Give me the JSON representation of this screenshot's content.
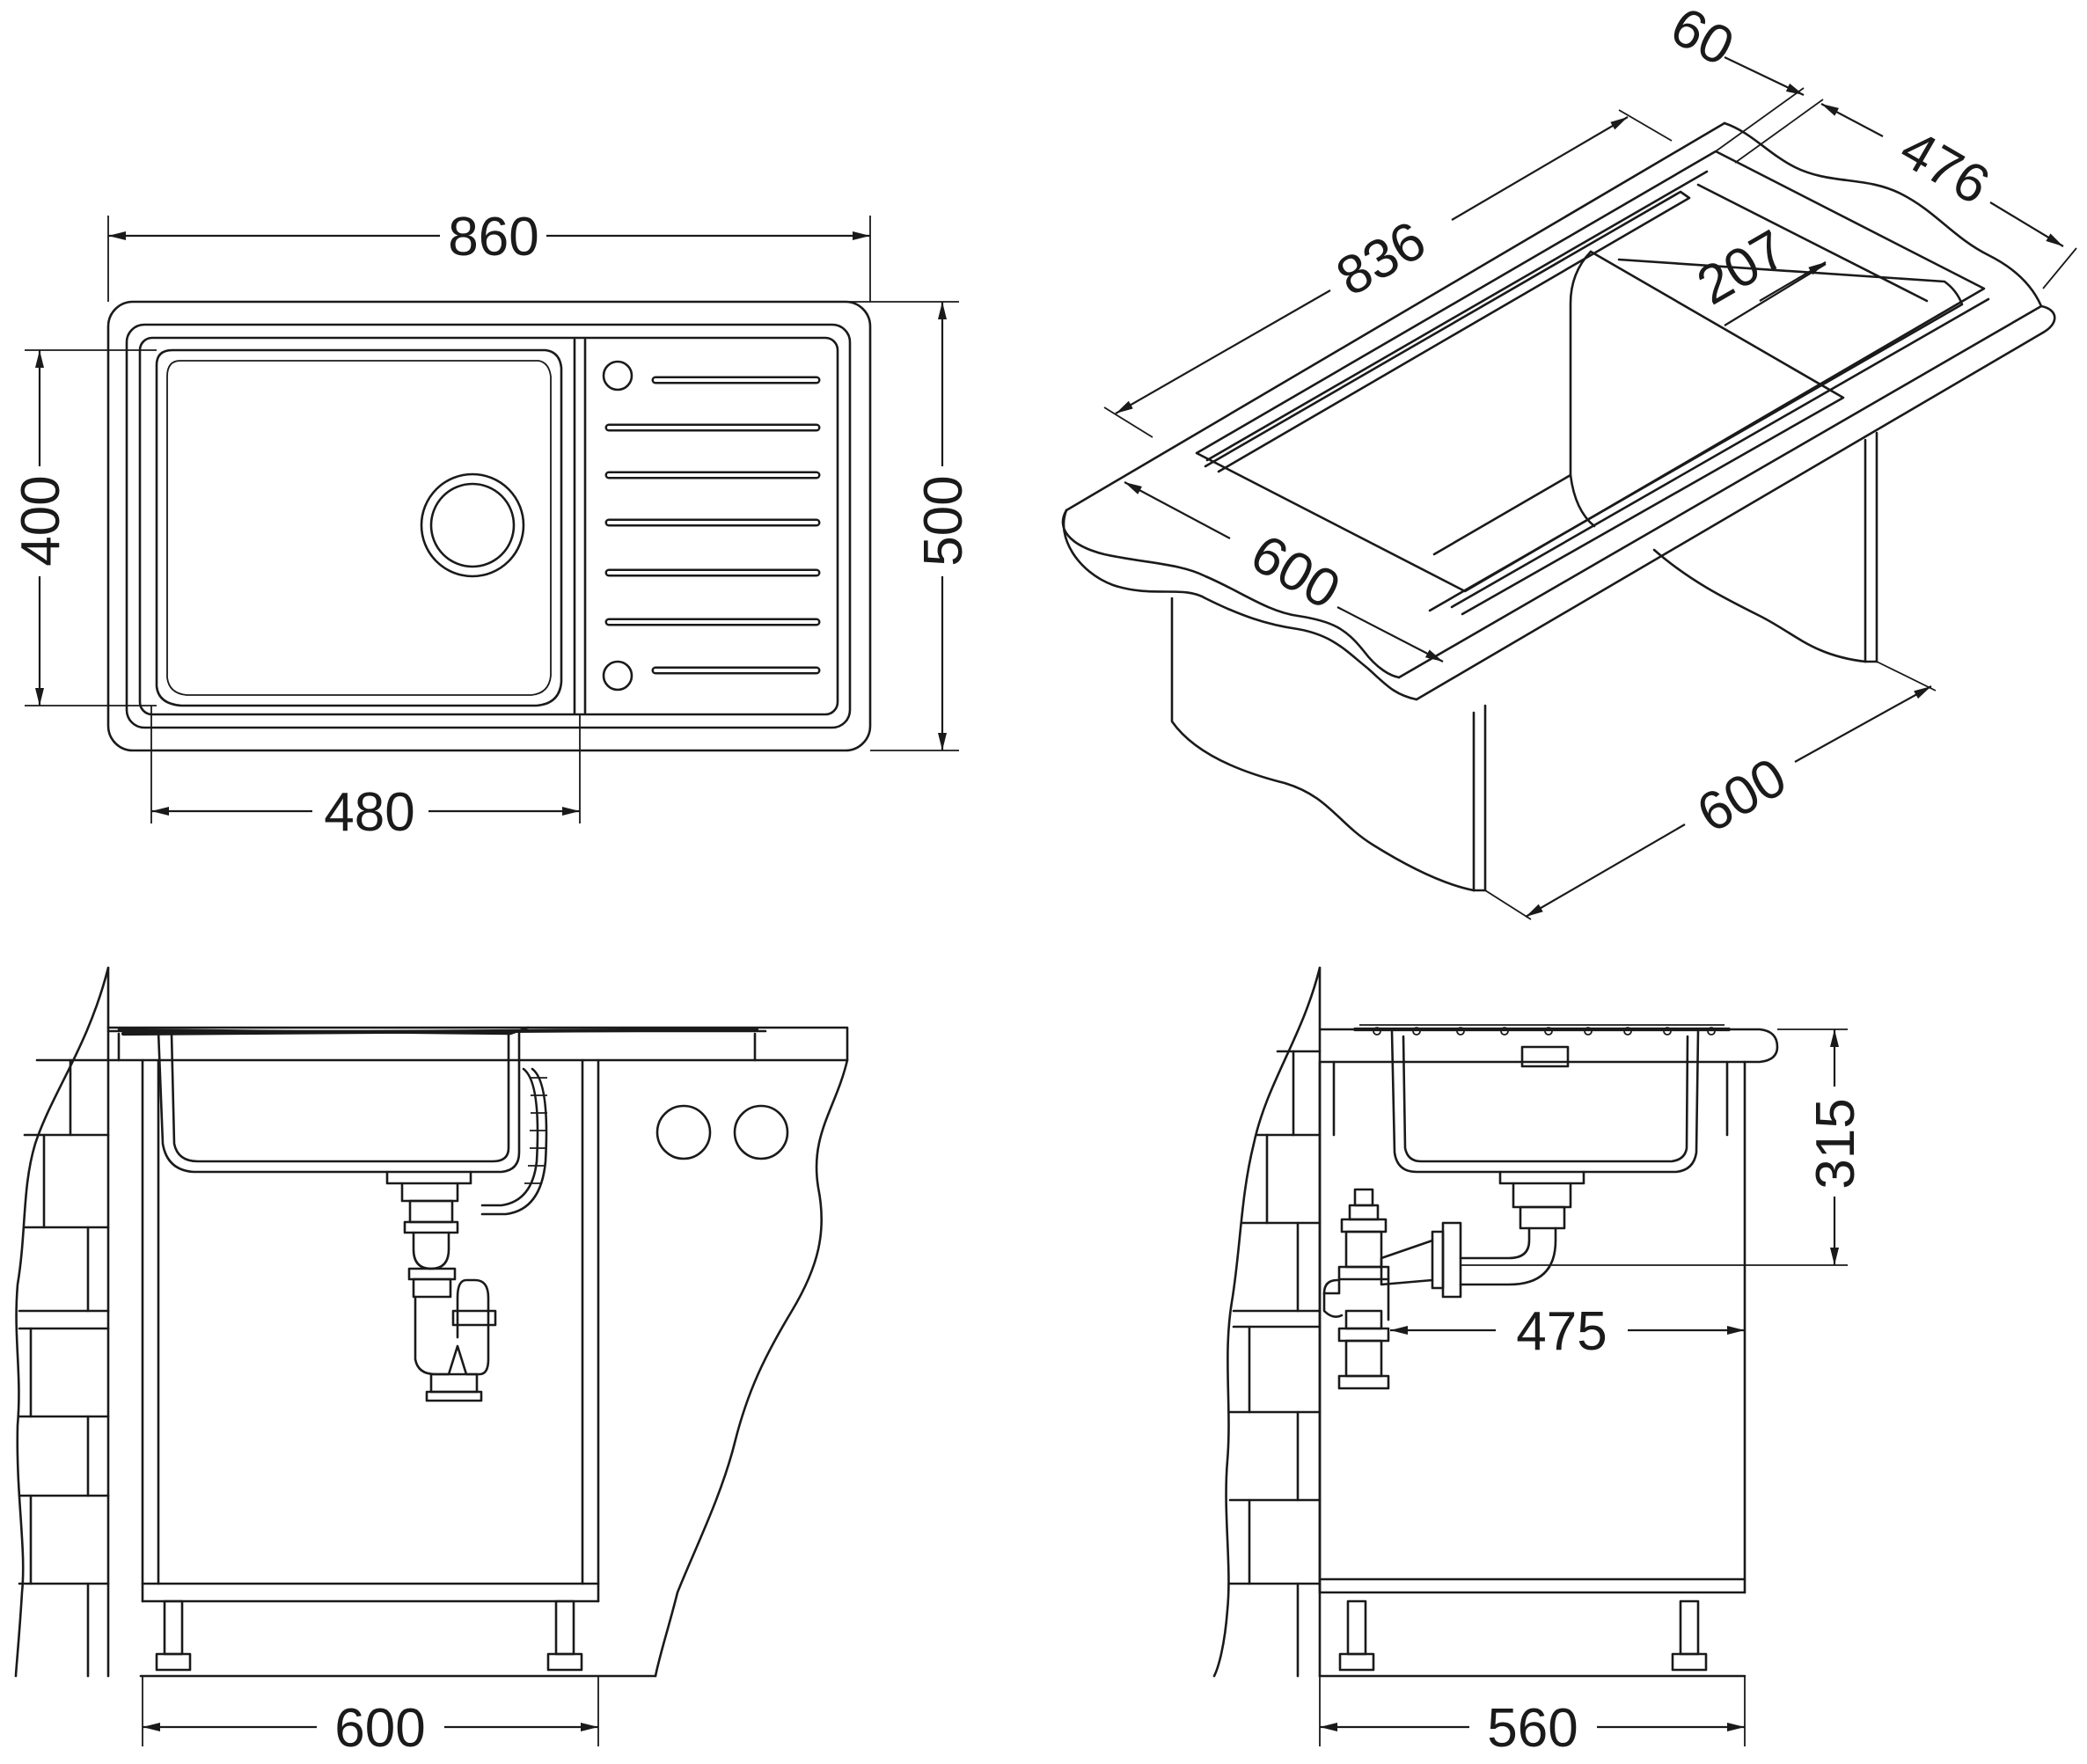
{
  "line_color": "#1a1a1a",
  "background": "#ffffff",
  "top_view": {
    "overall_width": "860",
    "overall_depth": "500",
    "bowl_depth": "400",
    "bowl_width": "480"
  },
  "isometric_view": {
    "length": "836",
    "width": "476",
    "flange": "60",
    "drainer": "207",
    "cabinet_depth": "600",
    "cabinet_width": "600"
  },
  "front_view": {
    "cabinet_width": "600"
  },
  "side_view": {
    "height": "315",
    "drain_distance": "475",
    "cabinet_width": "560"
  }
}
